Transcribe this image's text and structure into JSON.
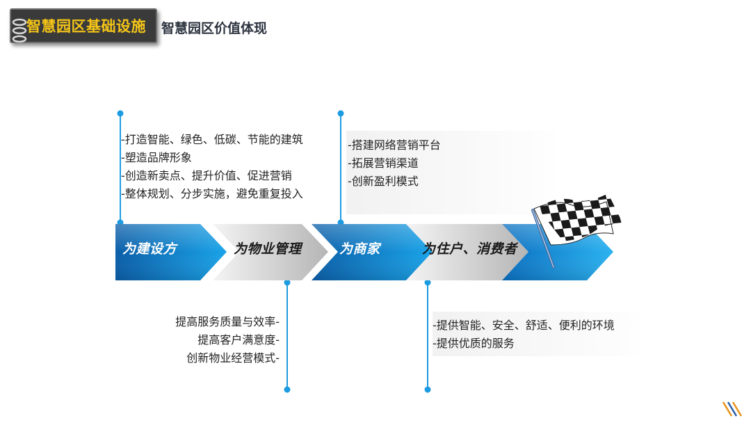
{
  "header": {
    "badge_title": "智慧园区基础设施",
    "page_title": "智慧园区价值体现"
  },
  "stages": [
    {
      "label": "为建设方",
      "tone": "blue"
    },
    {
      "label": "为物业管理",
      "tone": "grey"
    },
    {
      "label": "为商家",
      "tone": "blue"
    },
    {
      "label": "为住户、消费者",
      "tone": "grey"
    }
  ],
  "panels": {
    "developer": [
      "-打造智能、绿色、低碳、节能的建筑",
      "-塑造品牌形象",
      "-创造新卖点、提升价值、促进营销",
      "-整体规划、分步实施，避免重复投入"
    ],
    "property": [
      "提高服务质量与效率-",
      "提高客户满意度-",
      "创新物业经营模式-"
    ],
    "merchant": [
      "-搭建网络营销平台",
      "-拓展营销渠道",
      "-创新盈利模式"
    ],
    "resident": [
      "-提供智能、安全、舒适、便利的环境",
      "-提供优质的服务"
    ]
  },
  "colors": {
    "blue_dark": "#0a5ea8",
    "blue_light": "#1aa3e8",
    "grey_light": "#f0f0f0",
    "grey_dark": "#b9b9b9",
    "connector": "#1c9be0",
    "badge_text": "#f5c518"
  },
  "icons": {
    "flag": "checkered-flag-icon",
    "binder": "binder-rings-icon",
    "corner": "corner-logo-icon"
  }
}
